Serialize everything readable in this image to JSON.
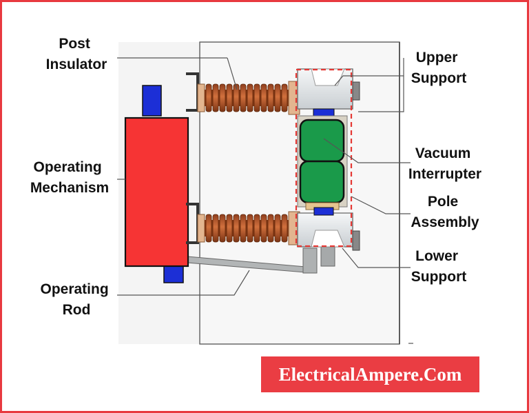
{
  "labels": {
    "post_insulator": [
      "Post",
      "Insulator"
    ],
    "operating_mechanism": [
      "Operating",
      "Mechanism"
    ],
    "operating_rod": [
      "Operating",
      "Rod"
    ],
    "upper_support": [
      "Upper",
      "Support"
    ],
    "vacuum_interrupter": [
      "Vacuum",
      "Interrupter"
    ],
    "pole_assembly": [
      "Pole",
      "Assembly"
    ],
    "lower_support": [
      "Lower",
      "Support"
    ]
  },
  "watermark": "ElectricalAmpere.Com",
  "colors": {
    "frame_border": "#e8393f",
    "mechanism": "#f63434",
    "insulator": "#b5582f",
    "interrupter": "#1a9a4a",
    "connector": "#1c2fd6",
    "dashed_box": "#e53935",
    "banner": "#ea3d43"
  }
}
